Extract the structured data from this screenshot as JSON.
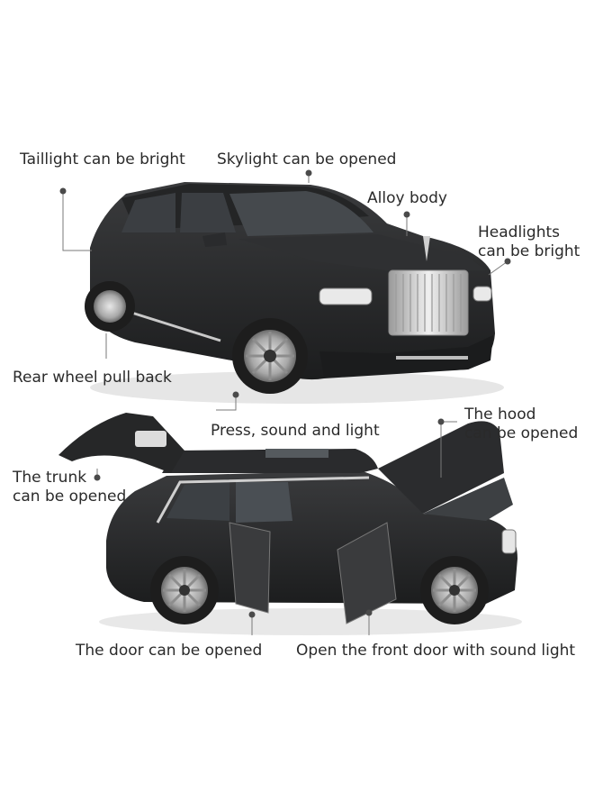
{
  "callouts": {
    "taillight": "Taillight can be bright",
    "skylight": "Skylight can be opened",
    "alloy_body": "Alloy body",
    "headlights_line1": "Headlights",
    "headlights_line2": "can be bright",
    "rear_wheel": "Rear wheel pull back",
    "press_sound": "Press, sound and light",
    "hood_line1": "The hood",
    "hood_line2": "can be opened",
    "trunk_line1": "The trunk",
    "trunk_line2": "can be opened",
    "door": "The door can be opened",
    "front_door": "Open the front door with sound light"
  },
  "colors": {
    "body": "#2b2c2e",
    "body_dark": "#1a1b1c",
    "window": "#3a3d40",
    "chrome": "#c9c9c9",
    "grille": "#d8d8d8",
    "wheel_spoke": "#bdbdbd",
    "tire": "#1e1e1e",
    "leader": "#7a7a7a",
    "dot": "#4a4a4a"
  }
}
